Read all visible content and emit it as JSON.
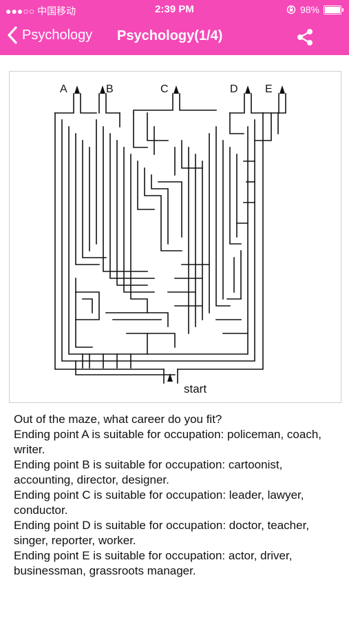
{
  "status": {
    "signal": "●●●○○",
    "carrier": "中国移动",
    "time": "2:39 PM",
    "battery": "98%"
  },
  "nav": {
    "back_label": "Psychology",
    "title": "Psychology(1/4)"
  },
  "maze": {
    "endpoints": [
      "A",
      "B",
      "C",
      "D",
      "E"
    ],
    "start_label": "start"
  },
  "content": {
    "lines": [
      "Out of the maze, what career do you fit?",
      "Ending point A is suitable for occupation: policeman, coach, writer.",
      "Ending point B is suitable for occupation: cartoonist, accounting, director, designer.",
      "Ending point C is suitable for occupation: leader, lawyer, conductor.",
      "Ending point D is suitable for occupation: doctor, teacher, singer, reporter, worker.",
      "Ending point E is suitable for occupation: actor, driver, businessman, grassroots manager."
    ]
  },
  "colors": {
    "brand": "#f549b8",
    "text": "#111111"
  },
  "icons": {
    "back": "chevron-left-icon",
    "share": "share-icon",
    "arrow": "arrow-up-icon"
  }
}
